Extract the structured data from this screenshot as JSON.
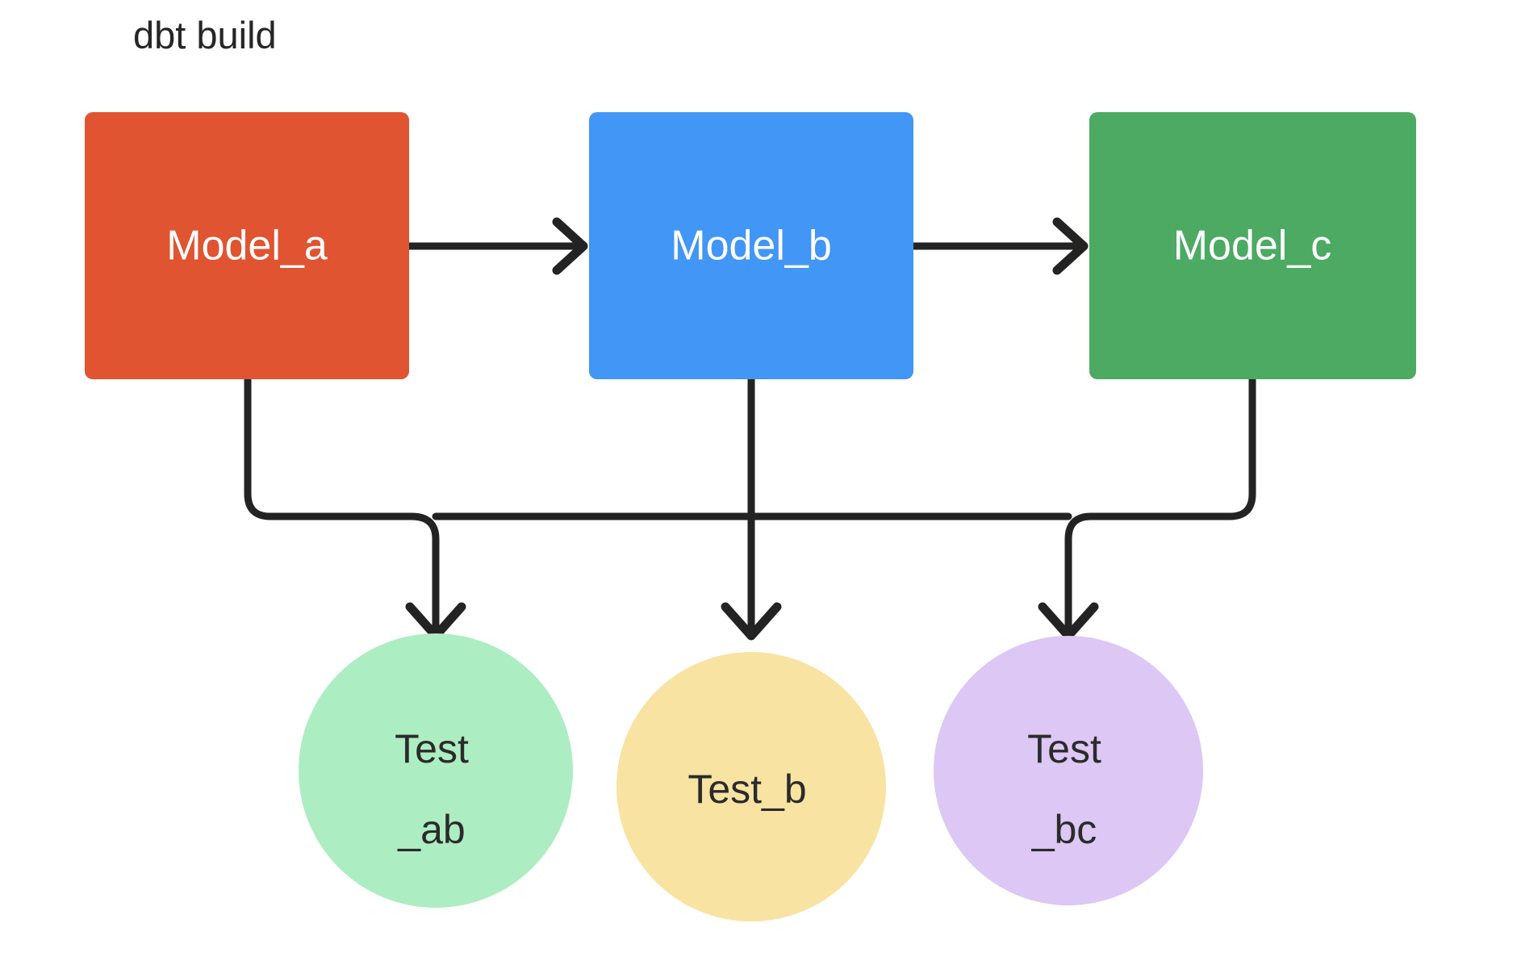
{
  "title": "dbt build",
  "colors": {
    "background": "#ffffff",
    "edge": "#232323",
    "title_text": "#262626",
    "model_a_fill": "#e05432",
    "model_b_fill": "#4296f5",
    "model_c_fill": "#4caa63",
    "model_label_text": "#ffffff",
    "test_ab_fill": "#adedc2",
    "test_b_fill": "#f8e3a3",
    "test_bc_fill": "#dcc7f5",
    "test_label_text": "#2b2b2b"
  },
  "models": [
    {
      "id": "model_a",
      "label": "Model_a",
      "color": "#e05432"
    },
    {
      "id": "model_b",
      "label": "Model_b",
      "color": "#4296f5"
    },
    {
      "id": "model_c",
      "label": "Model_c",
      "color": "#4caa63"
    }
  ],
  "tests": [
    {
      "id": "test_ab",
      "label": "Test_ab",
      "line1": "Test",
      "line2": "_ab",
      "color": "#adedc2"
    },
    {
      "id": "test_b",
      "label": "Test_b",
      "line1": "Test_b",
      "line2": "",
      "color": "#f8e3a3"
    },
    {
      "id": "test_bc",
      "label": "Test_bc",
      "line1": "Test",
      "line2": "_bc",
      "color": "#dcc7f5"
    }
  ],
  "edges": [
    {
      "from": "Model_a",
      "to": "Model_b"
    },
    {
      "from": "Model_b",
      "to": "Model_c"
    },
    {
      "from": "Model_a",
      "to": "Test_ab"
    },
    {
      "from": "Model_b",
      "to": "Test_b"
    },
    {
      "from": "Model_c",
      "to": "Test_bc"
    }
  ]
}
